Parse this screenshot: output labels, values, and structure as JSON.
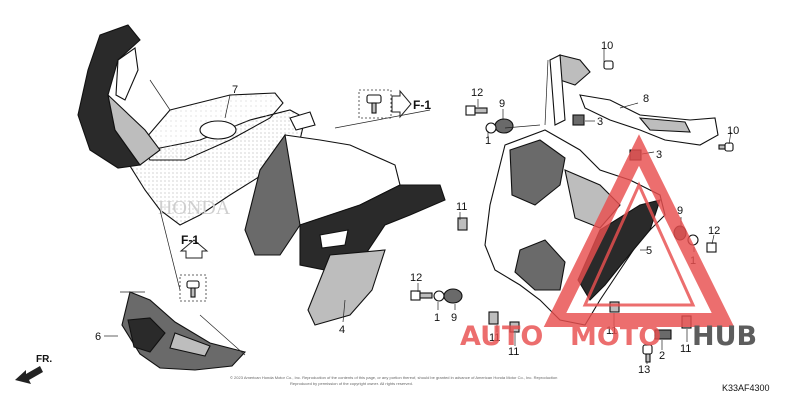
{
  "diagram": {
    "diagram_code": "K33AF4300",
    "front_label": "FR.",
    "copyright_line1": "© 2023 American Honda Motor Co., Inc. Reproduction of the contents of this page, or any portion thereof, should be granted in advance of American Honda Motor Co., Inc. Reproduction",
    "copyright_line2": "Reproduced by permission of the copyright owner. All rights reserved."
  },
  "watermark": {
    "brand_part1": "AUTO",
    "brand_part2": "MOTO",
    "brand_part3": "HUB",
    "colors": {
      "red": "#e94f4f",
      "dark": "#3a3a3a"
    }
  },
  "callouts": [
    {
      "id": "7",
      "label": "7"
    },
    {
      "id": "f1a",
      "label": "F-1"
    },
    {
      "id": "f1b",
      "label": "F-1"
    },
    {
      "id": "6",
      "label": "6"
    },
    {
      "id": "4",
      "label": "4"
    },
    {
      "id": "12a",
      "label": "12"
    },
    {
      "id": "9a",
      "label": "9"
    },
    {
      "id": "1a",
      "label": "1"
    },
    {
      "id": "3a",
      "label": "3"
    },
    {
      "id": "10a",
      "label": "10"
    },
    {
      "id": "8",
      "label": "8"
    },
    {
      "id": "10b",
      "label": "10"
    },
    {
      "id": "3b",
      "label": "3"
    },
    {
      "id": "11a",
      "label": "11"
    },
    {
      "id": "5",
      "label": "5"
    },
    {
      "id": "9b",
      "label": "9"
    },
    {
      "id": "12b",
      "label": "12"
    },
    {
      "id": "1b",
      "label": "1"
    },
    {
      "id": "12c",
      "label": "12"
    },
    {
      "id": "1c",
      "label": "1"
    },
    {
      "id": "9c",
      "label": "9"
    },
    {
      "id": "11b",
      "label": "11"
    },
    {
      "id": "11c",
      "label": "11"
    },
    {
      "id": "11d",
      "label": "11"
    },
    {
      "id": "11e",
      "label": "11"
    },
    {
      "id": "2",
      "label": "2"
    },
    {
      "id": "13",
      "label": "13"
    }
  ]
}
